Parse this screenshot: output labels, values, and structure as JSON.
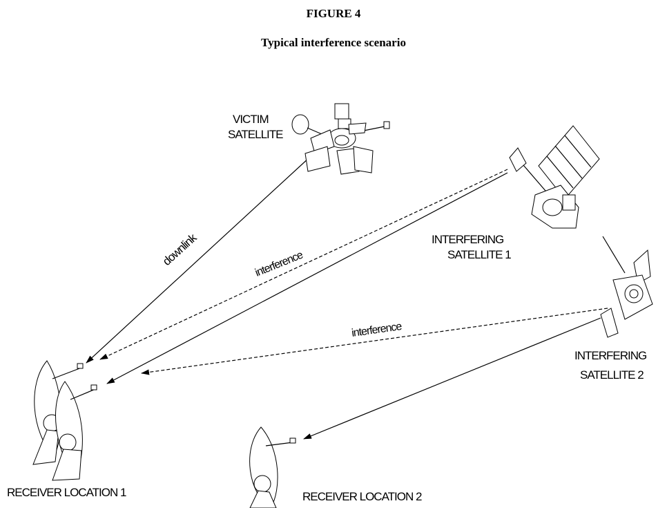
{
  "figure": {
    "number": "FIGURE 4",
    "caption": "Typical interference scenario"
  },
  "labels": {
    "victim_satellite": [
      "VICTIM",
      "SATELLITE"
    ],
    "interfering_satellite_1": [
      "INTERFERING",
      "SATELLITE 1"
    ],
    "interfering_satellite_2": [
      "INTERFERING",
      "SATELLITE 2"
    ],
    "receiver_location_1": "RECEIVER LOCATION 1",
    "receiver_location_2": "RECEIVER LOCATION 2",
    "downlink": "downlink",
    "interference_1": "interference",
    "interference_2": "interference"
  }
}
